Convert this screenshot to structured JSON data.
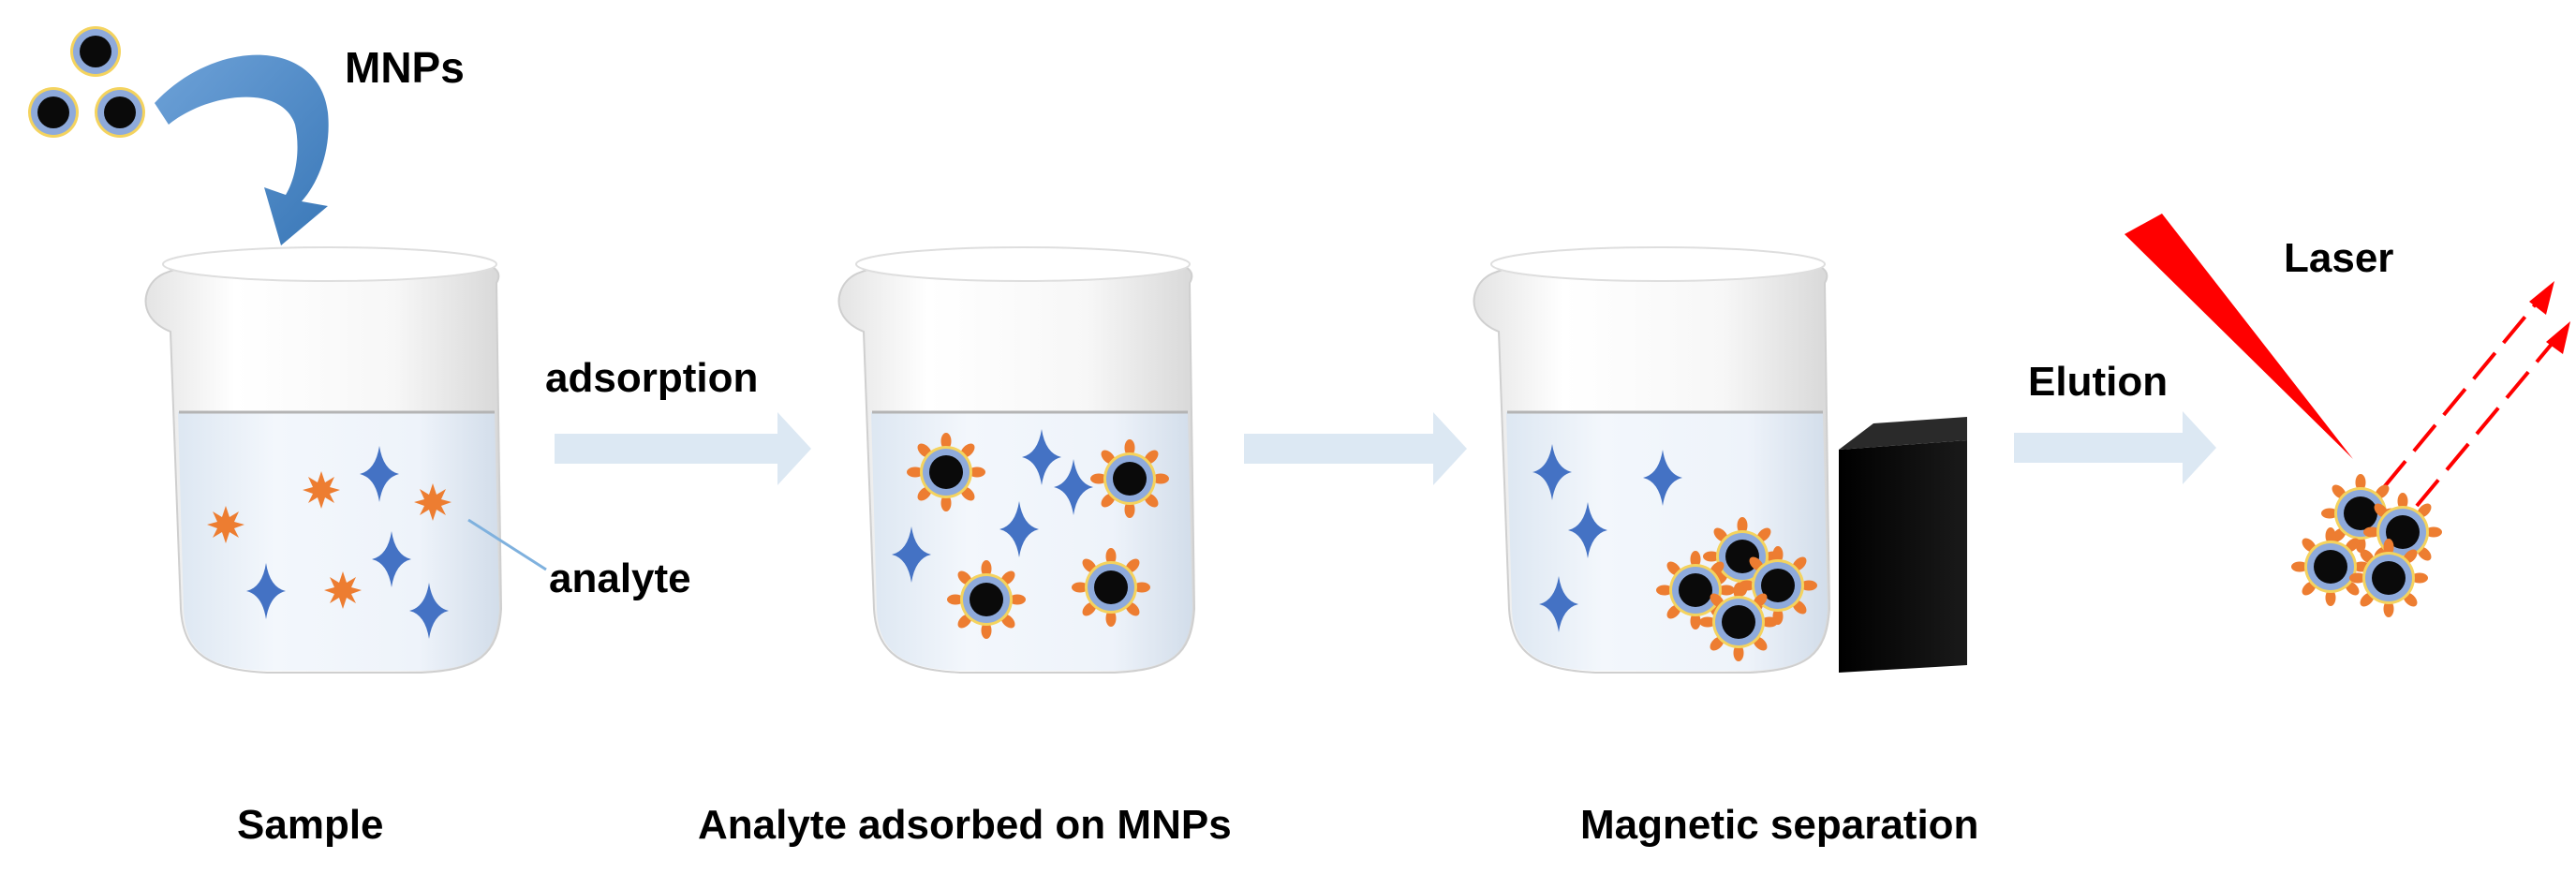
{
  "labels": {
    "mnps": "MNPs",
    "analyte": "analyte",
    "adsorption": "adsorption",
    "elution": "Elution",
    "laser": "Laser"
  },
  "captions": {
    "sample": "Sample",
    "adsorbed": "Analyte adsorbed on MNPs",
    "separation": "Magnetic separation"
  },
  "colors": {
    "star": "#4472c4",
    "analyte_orange": "#ed7d31",
    "nanoparticle_core": "#0a0a0a",
    "nanoparticle_shell": "#8eaadb",
    "nanoparticle_rim": "#f4d35e",
    "curved_arrow": "#4a89c8",
    "process_arrow": "#dce8f3",
    "laser": "#ff0000",
    "magnet": "#000000",
    "beaker_outline": "#c9c9c9"
  }
}
